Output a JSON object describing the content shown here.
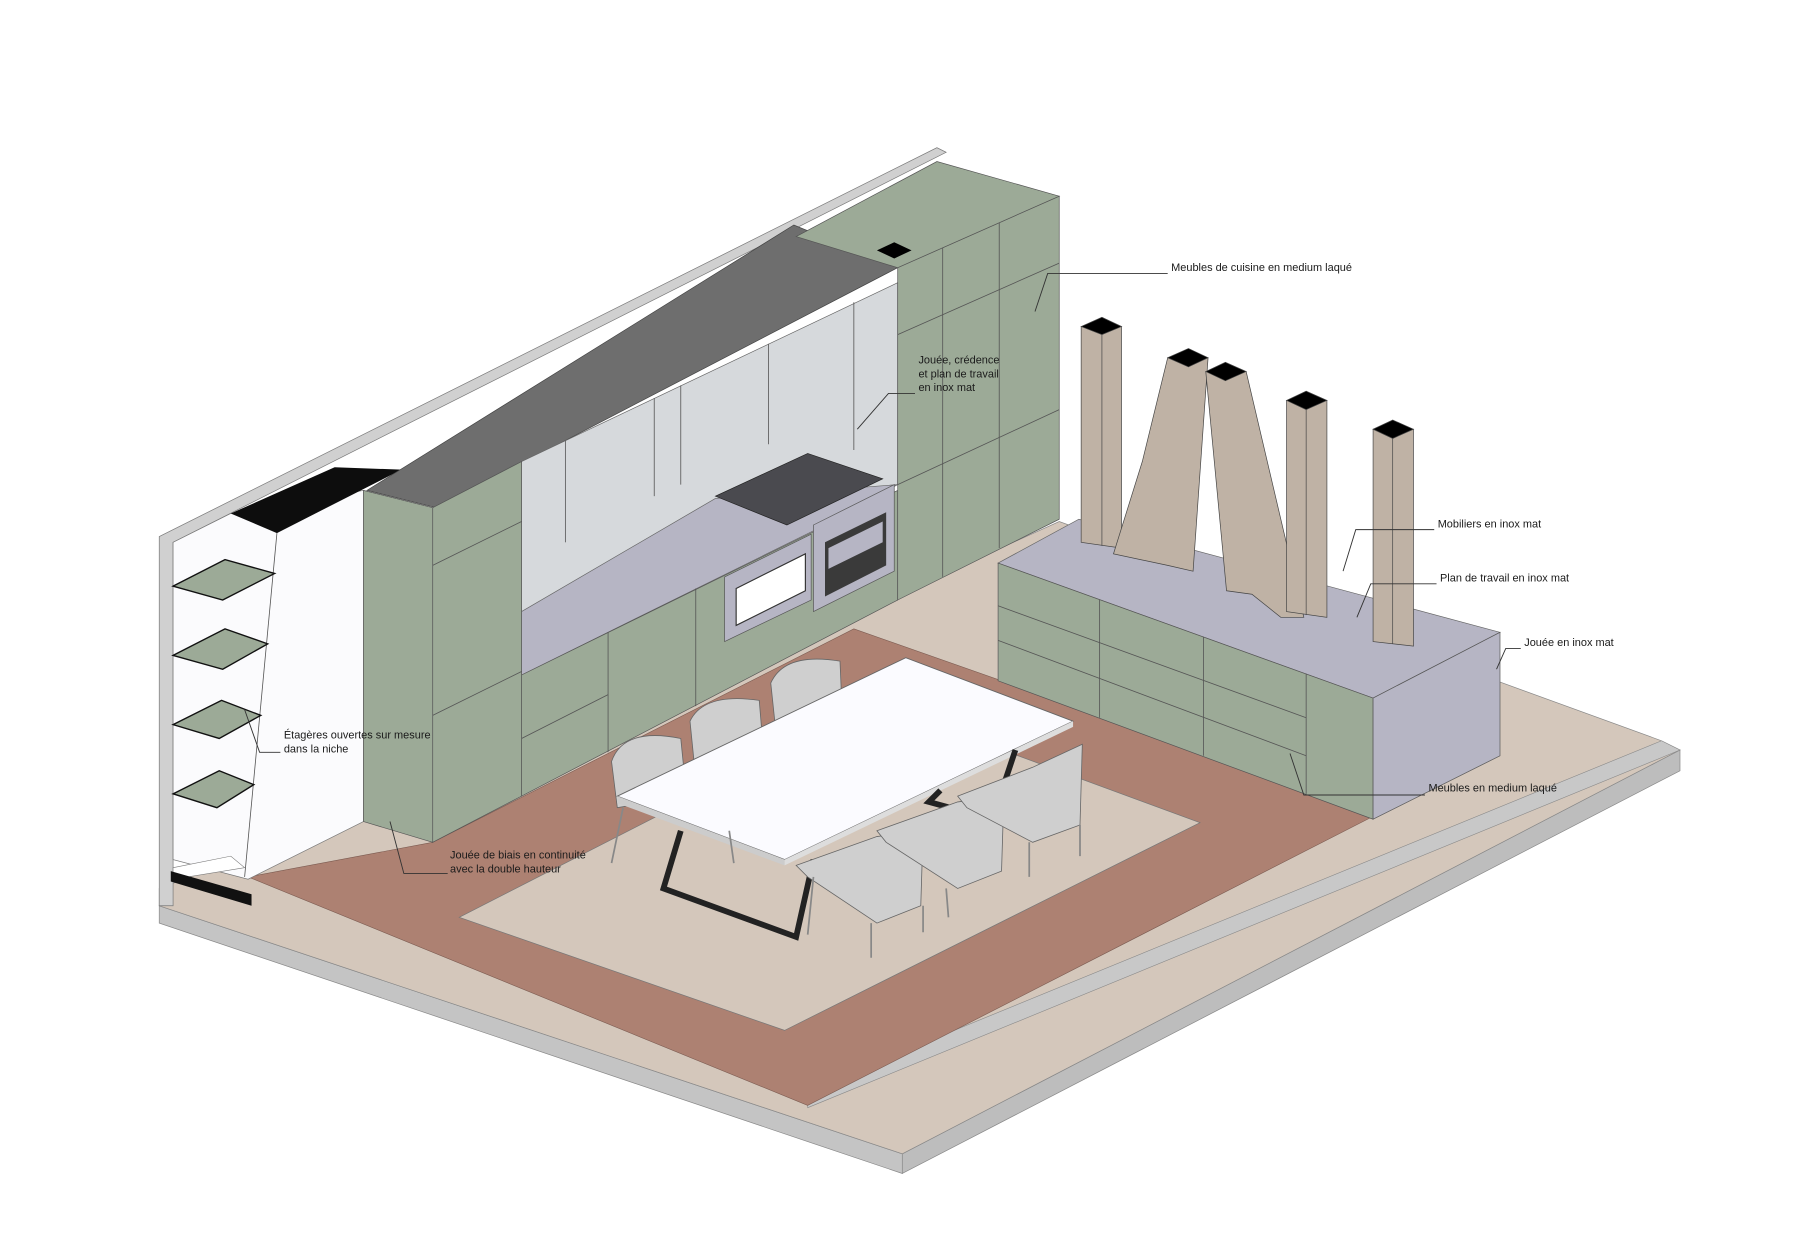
{
  "title": "Isometric view of kitchen and dining area",
  "annotations": {
    "kitchen_cabinets": [
      "Meubles de cuisine en medium laqué"
    ],
    "backsplash": [
      "Jouée, crédence",
      "et plan de travail",
      "en inox mat"
    ],
    "island_furniture": [
      "Mobiliers en inox mat"
    ],
    "island_worktop": [
      "Plan de travail en inox mat"
    ],
    "island_side": [
      "Jouée en inox mat"
    ],
    "island_cabinets": [
      "Meubles en medium laqué"
    ],
    "shelves": [
      "Étagères ouvertes sur mesure",
      "dans la niche"
    ],
    "angled_panel": [
      "Jouée de biais en continuité",
      "avec la double hauteur"
    ]
  },
  "colors": {
    "lacquer_green": "#9caa97",
    "stainless": "#b6b5c4",
    "terracotta_floor": "#ad8172",
    "beige_floor": "#d4c7bb",
    "column_wood": "#bfb2a5",
    "slab_grey": "#c4c4c4"
  }
}
